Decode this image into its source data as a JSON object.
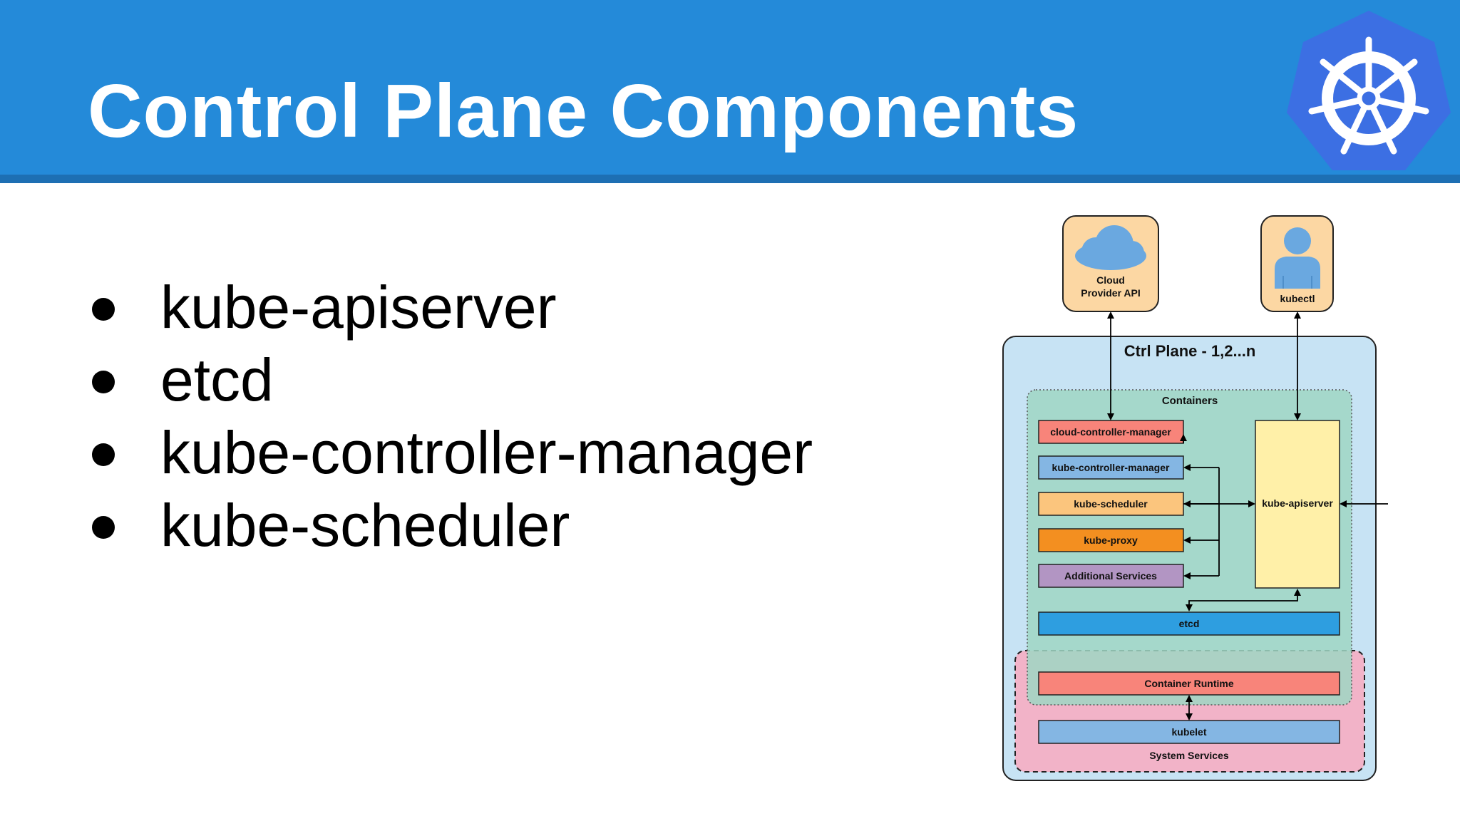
{
  "slide": {
    "title": "Control Plane Components",
    "bullets": [
      "kube-apiserver",
      "etcd",
      "kube-controller-manager",
      "kube-scheduler"
    ],
    "logo_icon": "kubernetes-helm-icon"
  },
  "diagram": {
    "cloud_provider": [
      "Cloud",
      "Provider API"
    ],
    "kubectl": "kubectl",
    "ctrl_plane_title": "Ctrl Plane - 1,2...n",
    "containers_title": "Containers",
    "components": [
      "cloud-controller-manager",
      "kube-controller-manager",
      "kube-scheduler",
      "kube-proxy",
      "Additional Services"
    ],
    "apiserver": "kube-apiserver",
    "etcd": "etcd",
    "container_runtime": "Container Runtime",
    "kubelet": "kubelet",
    "system_services": "System Services",
    "colors": {
      "header_blue": "#248ad9",
      "cloud_controller": "#f8847a",
      "kube_controller": "#84b6e3",
      "scheduler": "#fbc57d",
      "proxy": "#f38f20",
      "additional": "#b295c3",
      "apiserver": "#fff0a8",
      "etcd": "#2e9ee0",
      "runtime": "#f8847a",
      "kubelet": "#84b6e3",
      "plane_bg": "#c7e3f4",
      "containers_bg": "#a3d8c8",
      "system_bg": "#f2b3c8",
      "actor_bg": "#fcd7a3"
    }
  }
}
